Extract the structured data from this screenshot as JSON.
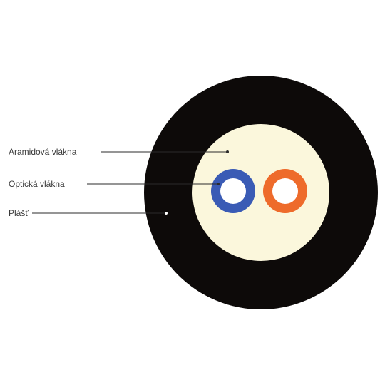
{
  "labels": {
    "aramid": "Aramidová vlákna",
    "optical": "Optická vlákna",
    "jacket": "Plášť"
  },
  "colors": {
    "jacket": "#0d0a09",
    "aramid_fill": "#fbf7dc",
    "fiber_blue": "#3a5bb5",
    "fiber_orange": "#ee6b2b",
    "fiber_core": "#ffffff",
    "leader_line": "#2b2b2b",
    "text": "#3a3a3a"
  },
  "icons": {
    "cable": "cable-cross-section",
    "fiber": "fiber-ring"
  }
}
